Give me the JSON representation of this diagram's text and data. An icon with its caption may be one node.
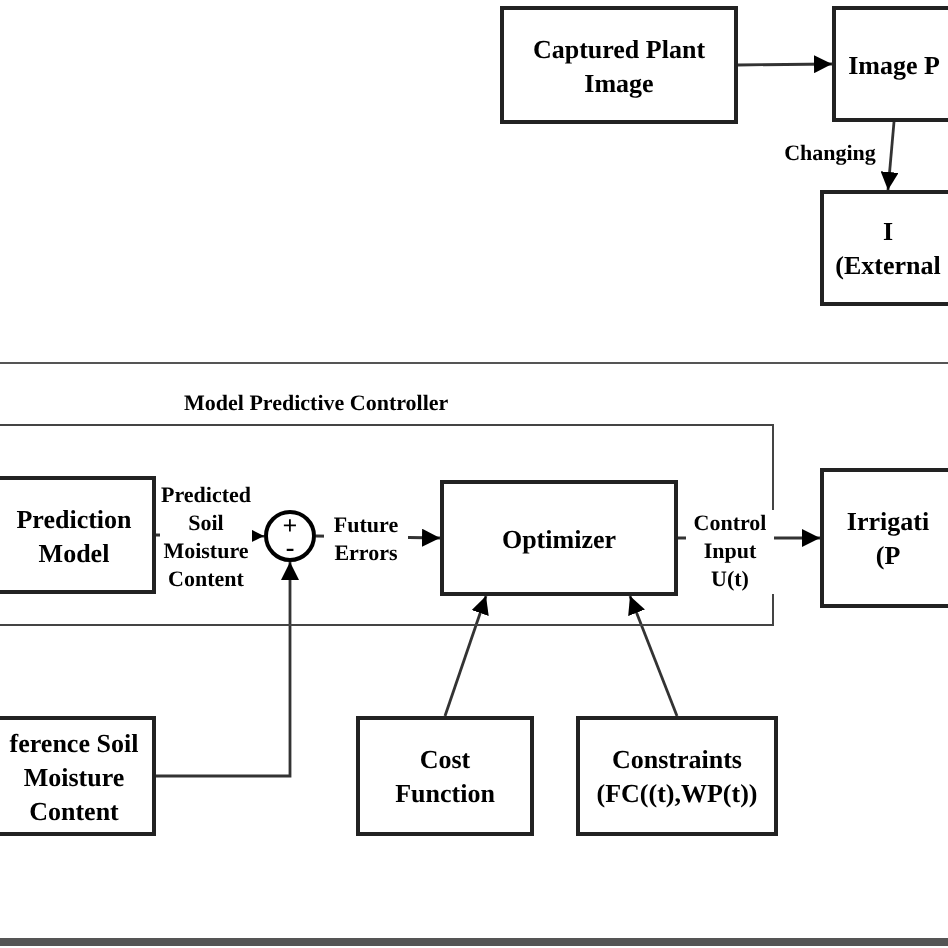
{
  "diagram": {
    "nodes": [
      {
        "text": [
          "Captured Plant Image"
        ]
      },
      {
        "text": [
          "Image P"
        ]
      },
      {
        "text": [
          "I",
          "(External"
        ]
      },
      {
        "text": [
          "Model Predictive Controller"
        ]
      },
      {
        "text": [
          "Prediction Model"
        ],
        "in": 3
      },
      {
        "text": [
          "+",
          "-"
        ],
        "in": 3
      },
      {
        "text": [
          "Optimizer"
        ],
        "in": 3
      },
      {
        "text": [
          "Irrigati",
          "(P"
        ]
      },
      {
        "text": [
          "ference Soil Moisture Content"
        ]
      },
      {
        "text": [
          "Cost Function"
        ]
      },
      {
        "text": [
          "Constraints (FC((t),WP(t))"
        ]
      }
    ],
    "edges": [
      {
        "from": 0,
        "to": 1,
        "arrow": "to"
      },
      {
        "from": 1,
        "to": 2,
        "arrow": "to",
        "label": "Changing"
      },
      {
        "from": 4,
        "to": 5,
        "arrow": "to",
        "label": "Predicted Soil Moisture Content"
      },
      {
        "from": 5,
        "to": 6,
        "arrow": "to",
        "label": "Future Errors"
      },
      {
        "from": 6,
        "to": 7,
        "arrow": "to",
        "label": "Control Input U(t)"
      },
      {
        "from": 8,
        "to": 5,
        "arrow": "to"
      },
      {
        "from": 9,
        "to": 6,
        "arrow": "to"
      },
      {
        "from": 10,
        "to": 6,
        "arrow": "to"
      }
    ]
  }
}
